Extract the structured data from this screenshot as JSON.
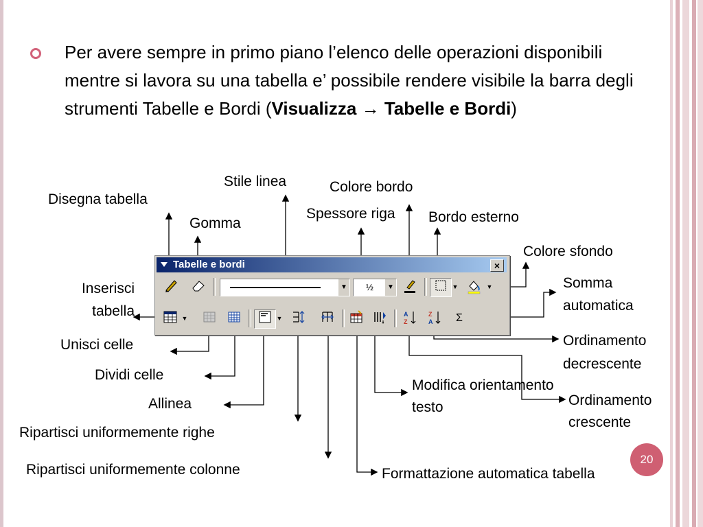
{
  "intro": {
    "text": "Per avere sempre in primo piano l’elenco delle operazioni disponibili mentre si lavora su una tabella e’ possibile rendere visibile la barra degli strumenti Tabelle e Bordi (",
    "menu": "Visualizza",
    "arrow": "→",
    "item": "Tabelle e Bordi",
    "close": ")"
  },
  "toolbar": {
    "title": "Tabelle e bordi",
    "close_glyph": "×",
    "pen_icon": "pen-icon",
    "eraser_icon": "eraser-icon",
    "line_weight_value": "½",
    "dropdown_glyph": "▼",
    "sum_glyph": "Σ"
  },
  "labels": {
    "disegna_tabella": "Disegna tabella",
    "gomma": "Gomma",
    "stile_linea": "Stile linea",
    "spessore_riga": "Spessore riga",
    "colore_bordo": "Colore bordo",
    "bordo_esterno": "Bordo esterno",
    "colore_sfondo": "Colore sfondo",
    "somma_automatica": "Somma automatica",
    "inserisci_tabella": "Inserisci tabella",
    "unisci_celle": "Unisci celle",
    "dividi_celle": "Dividi celle",
    "allinea": "Allinea",
    "ripartisci_righe": "Ripartisci uniformemente righe",
    "ripartisci_colonne": "Ripartisci uniformemente colonne",
    "formattazione": "Formattazione automatica tabella",
    "modifica_orientamento": "Modifica orientamento testo",
    "ordinamento_decrescente": "Ordinamento decrescente",
    "ordinamento_crescente": "Ordinamento crescente"
  },
  "page_number": "20",
  "colors": {
    "accent": "#cf5f72",
    "toolbar_title": "#0a246a"
  }
}
